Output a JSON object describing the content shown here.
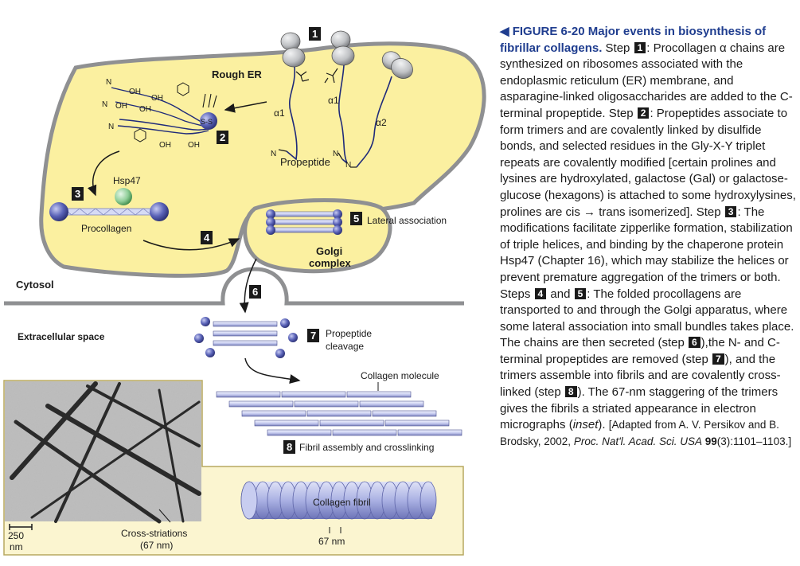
{
  "labels": {
    "rough_er": "Rough ER",
    "cytosol": "Cytosol",
    "extracellular": "Extracellular space",
    "hsp47": "Hsp47",
    "procollagen": "Procollagen",
    "propeptide": "Propeptide",
    "alpha1_a": "α1",
    "alpha1_b": "α1",
    "alpha2": "α2",
    "golgi_1": "Golgi",
    "golgi_2": "complex",
    "lateral_association": "Lateral association",
    "propeptide_cleavage_1": "Propeptide",
    "propeptide_cleavage_2": "cleavage",
    "collagen_molecule": "Collagen molecule",
    "fibril_assembly": "Fibril assembly and crosslinking",
    "collagen_fibril": "Collagen fibril",
    "scale_67": "67 nm",
    "scale_250_a": "250",
    "scale_250_b": "nm",
    "cross_striations_1": "Cross-striations",
    "cross_striations_2": "(67 nm)",
    "oh": "OH",
    "n": "N",
    "ss": "S-S"
  },
  "steps": [
    "1",
    "2",
    "3",
    "4",
    "5",
    "6",
    "7",
    "8"
  ],
  "caption": {
    "figure_label": "FIGURE 6-20",
    "figure_title": "Major events in biosynthesis of fibrillar collagens.",
    "s1_pre": "Step",
    "s1_text": ": Procollagen α chains are synthesized on ribosomes associated with the endoplasmic reticulum (ER) membrane, and asparagine-linked oligosaccharides are added to the C-terminal propeptide. Step",
    "s2_text": ": Propeptides associate to form trimers and are covalently linked by disulfide bonds, and selected residues in the Gly-X-Y triplet repeats are covalently modified [certain prolines and lysines are hydroxylated, galactose (Gal) or galactose-glucose (hexagons) is attached to some hydroxylysines, prolines are cis → trans isomerized]. Step",
    "s3_text": ": The modifications facilitate zipperlike formation, stabilization of triple helices, and binding by the chaperone protein Hsp47 (Chapter 16), which may stabilize the helices or prevent premature aggregation of the trimers or both. Steps",
    "s4_and": "and",
    "s5_text": ": The folded procollagens are transported to and through the Golgi apparatus, where some lateral association into small bundles takes place. The chains are then secreted (step",
    "s6_text": "),the N- and C-terminal propeptides are removed (step",
    "s7_text": "), and the trimers assemble into fibrils and are covalently cross-linked (step",
    "s8_text": "). The 67-nm staggering of the trimers gives the fibrils a striated appearance in electron micrographs (",
    "inset": "inset",
    "after_inset": ").",
    "adapted_pre": "[Adapted from A. V. Persikov and B. Brodsky, 2002,",
    "journal": "Proc. Nat'l. Acad. Sci. USA",
    "volume": "99",
    "pages": "(3):1101–1103.]"
  },
  "colors": {
    "er_fill": "#fbf0a0",
    "membrane": "#8f9092",
    "ribosome": "#c9cbcd",
    "propeptide_ball": "#5a63b8",
    "hsp47": "#8fce98",
    "fibril": "#b8bfe8",
    "caption_head": "#1f3d8f"
  }
}
